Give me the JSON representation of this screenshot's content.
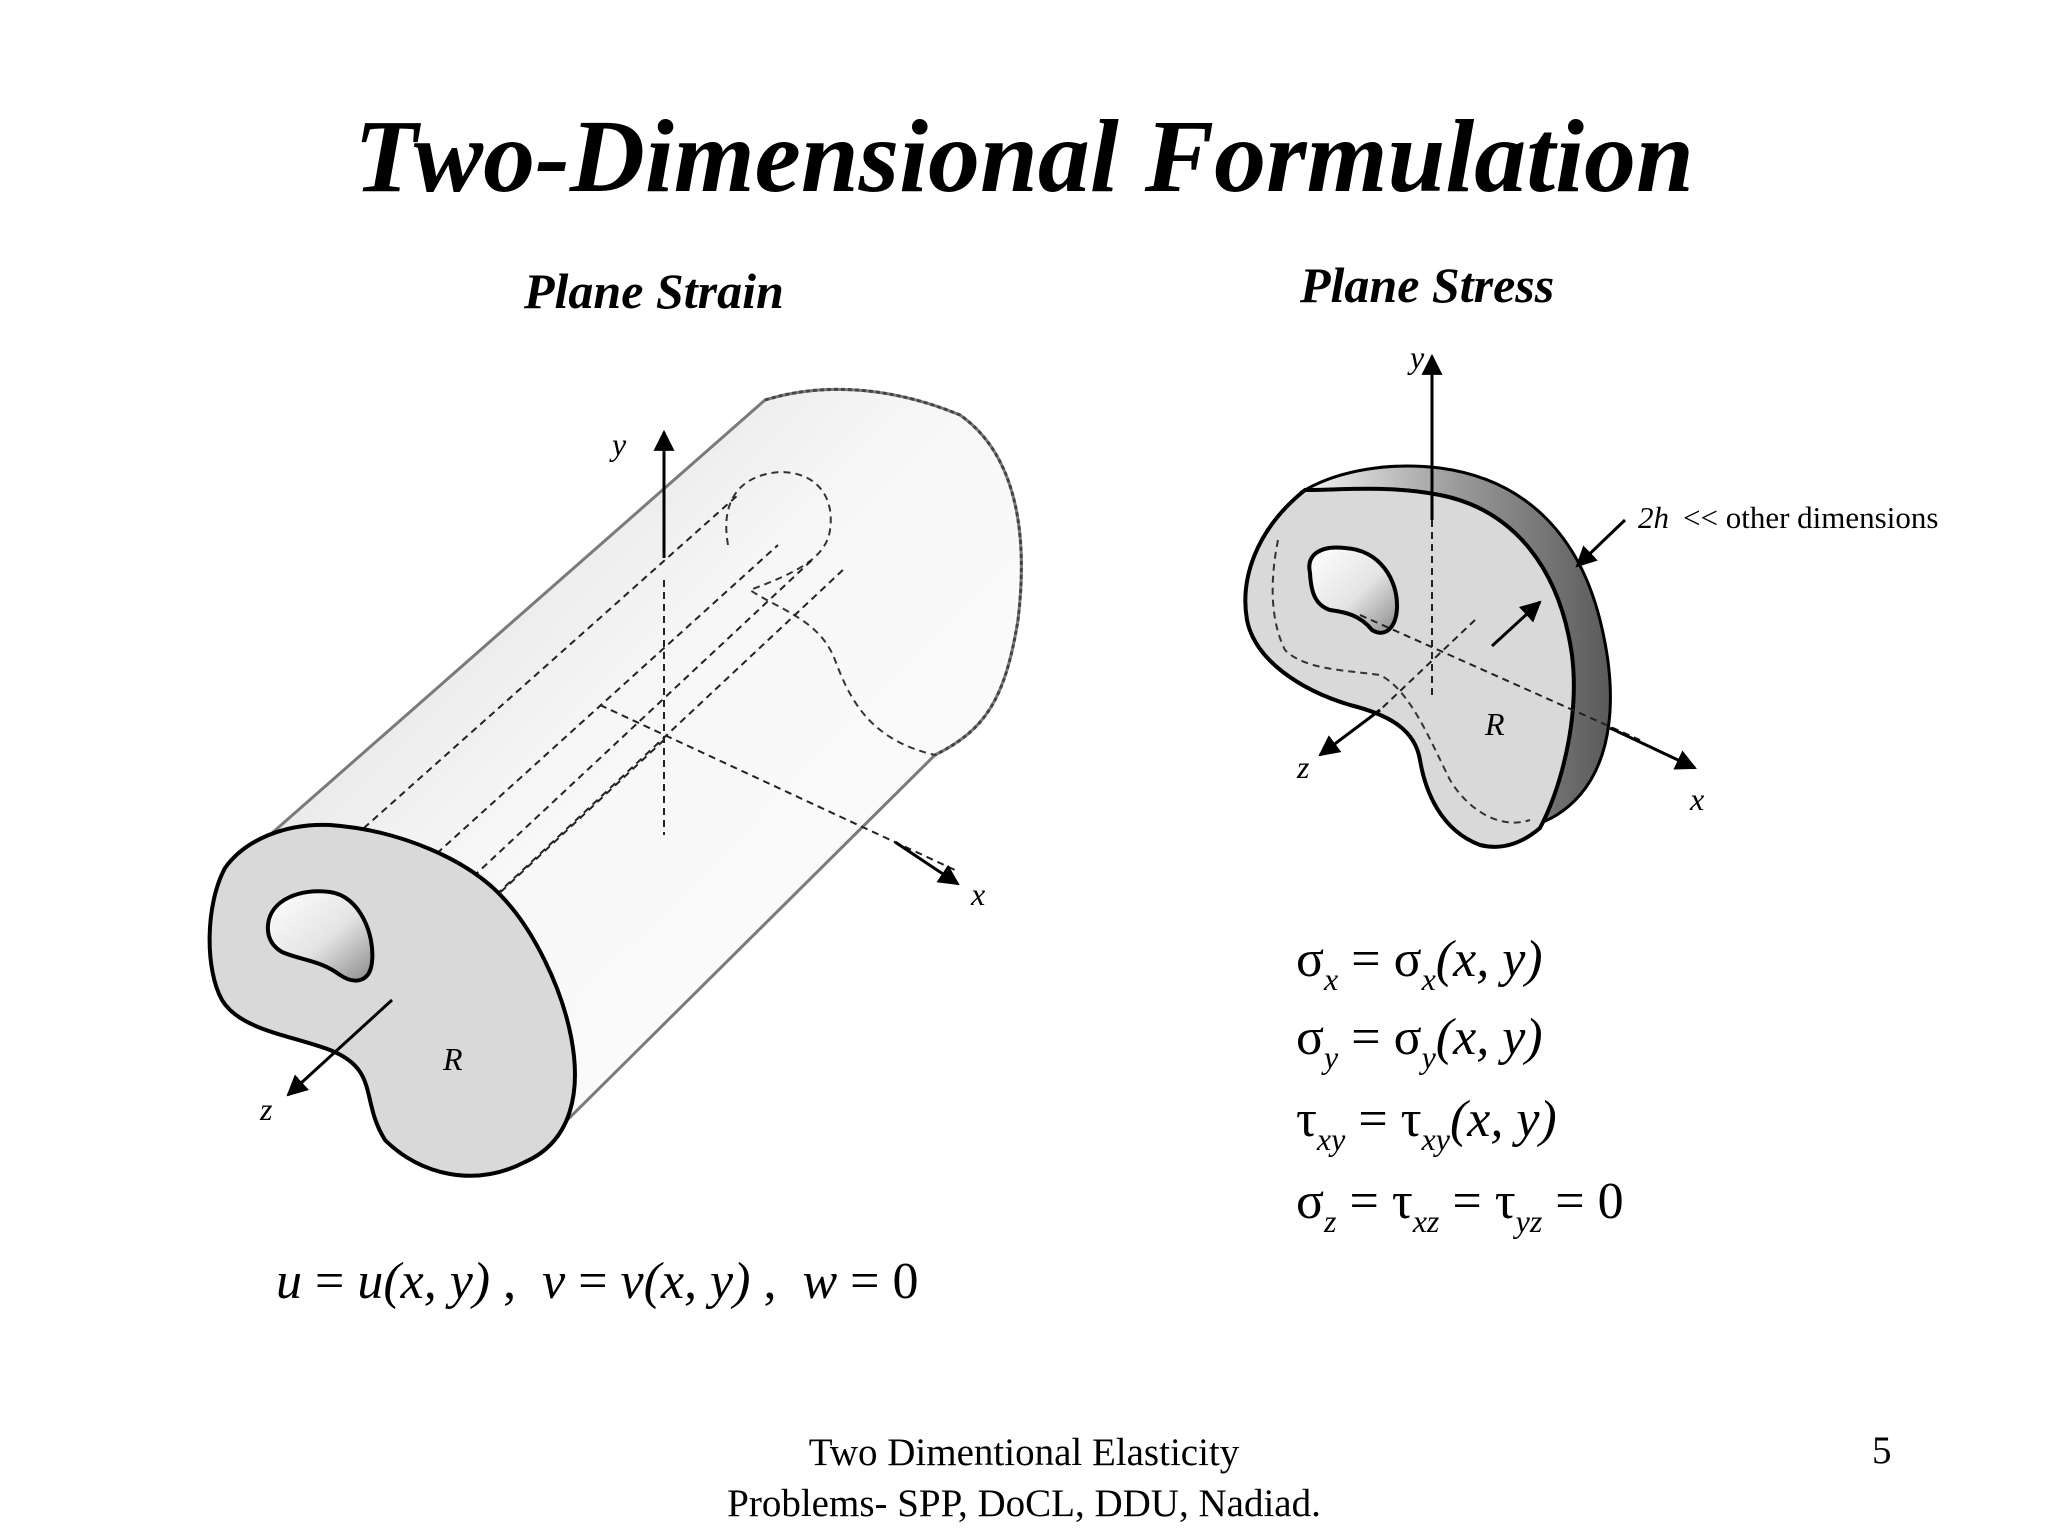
{
  "title": "Two-Dimensional Formulation",
  "plane_strain": {
    "heading": "Plane Strain",
    "axis_x": "x",
    "axis_y": "y",
    "axis_z": "z",
    "region": "R",
    "equation": {
      "u": "u",
      "eq1": "=",
      "u2": "u",
      "args1": "(x, y)",
      "c1": ",",
      "v": "v",
      "eq2": "=",
      "v2": "v",
      "args2": "(x, y)",
      "c2": ",",
      "w": "w",
      "eq3": "=",
      "zero": "0"
    }
  },
  "plane_stress": {
    "heading": "Plane Stress",
    "axis_x": "x",
    "axis_y": "y",
    "axis_z": "z",
    "region": "R",
    "thickness_h": "2h",
    "thickness_note": "<< other dimensions",
    "equations": [
      {
        "lhs": "σ",
        "lhs_sub": "x",
        "eq": "=",
        "rhs": "σ",
        "rhs_sub": "x",
        "args": "(x, y)"
      },
      {
        "lhs": "σ",
        "lhs_sub": "y",
        "eq": "=",
        "rhs": "σ",
        "rhs_sub": "y",
        "args": "(x, y)"
      },
      {
        "lhs": "τ",
        "lhs_sub": "xy",
        "eq": "=",
        "rhs": "τ",
        "rhs_sub": "xy",
        "args": "(x, y)"
      }
    ],
    "last_equation": {
      "a": "σ",
      "a_sub": "z",
      "eq1": "=",
      "b": "τ",
      "b_sub": "xz",
      "eq2": "=",
      "c": "τ",
      "c_sub": "yz",
      "eq3": "=",
      "zero": "0"
    }
  },
  "footer": {
    "line1": "Two Dimentional Elasticity",
    "line2": "Problems- SPP, DoCL, DDU, Nadiad."
  },
  "page_number": "5"
}
